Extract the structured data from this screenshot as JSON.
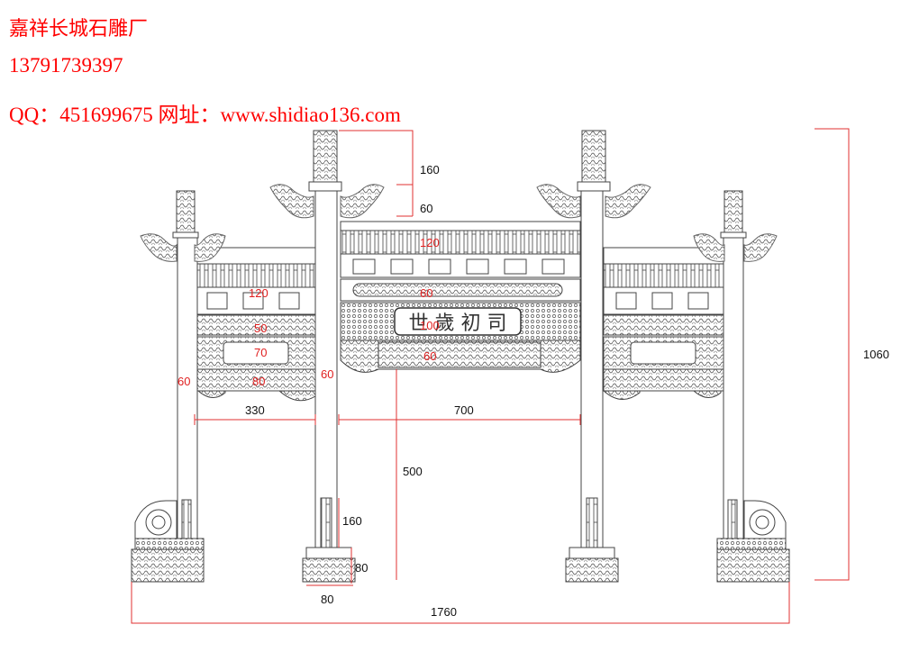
{
  "header": {
    "company": "嘉祥长城石雕厂",
    "phone": "13791739397",
    "contact": "QQ：451699675 网址：www.shidiao136.com"
  },
  "inscription": "世 歲 初 司",
  "colors": {
    "header_text": "#ff0000",
    "dimension_line": "#e03030",
    "drawing_line": "#444444"
  },
  "dimensions": {
    "top_post_height": "160",
    "top_beam": "60",
    "roof_center": "120",
    "roof_side": "120",
    "plaque_top": "60",
    "plaque_center": "100",
    "plaque_bottom": "60",
    "side_band_1": "50",
    "side_band_2": "70",
    "side_band_3": "80",
    "left_post_width": "60",
    "mid_post_width": "60",
    "side_span": "330",
    "center_span": "700",
    "clear_height": "500",
    "clamp_height": "160",
    "base_height": "80",
    "base_width": "80",
    "total_width": "1760",
    "total_height": "1060"
  }
}
